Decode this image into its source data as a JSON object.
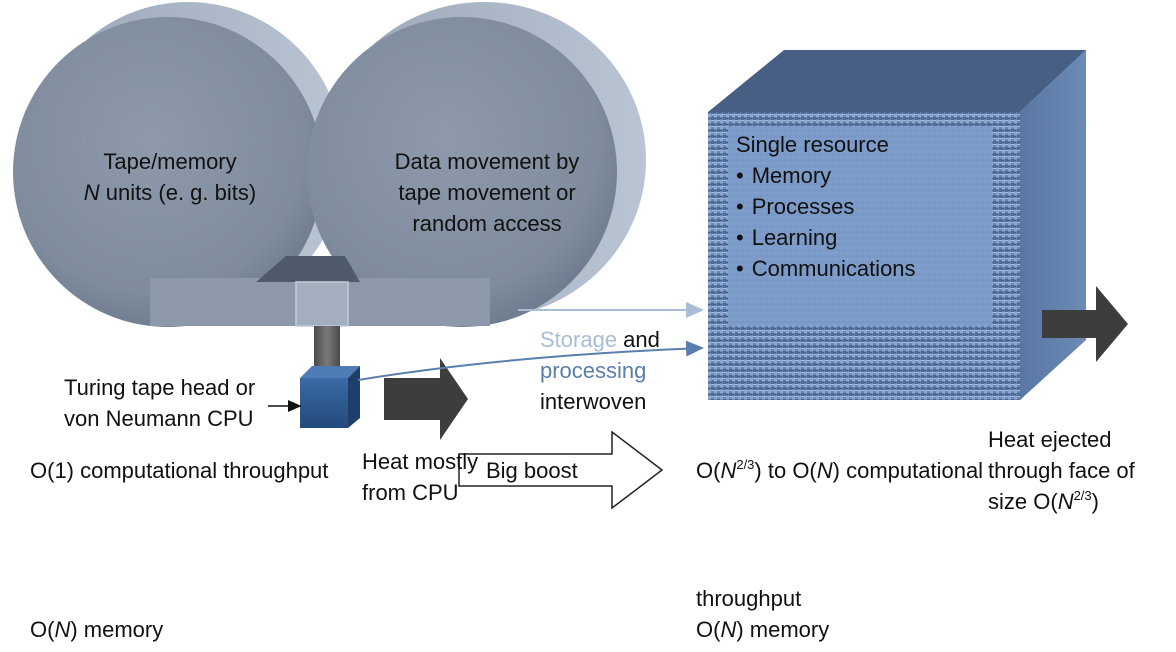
{
  "tape": {
    "left_reel": {
      "line1": "Tape/memory",
      "line2_var": "N",
      "line2_rest": " units (e. g. bits)"
    },
    "right_reel": [
      "Data movement by",
      "tape movement or",
      "random access"
    ]
  },
  "cpu_label": [
    "Turing tape head or",
    "von Neumann CPU"
  ],
  "heat_cpu": [
    "Heat mostly",
    "from CPU"
  ],
  "interwoven": {
    "storage": "Storage",
    "and": " and",
    "processing": "processing",
    "interwoven": "interwoven"
  },
  "cube": {
    "title": "Single resource",
    "items": [
      "Memory",
      "Processes",
      "Learning",
      "Communications"
    ]
  },
  "heat_cube": {
    "line1": "Heat ejected",
    "line2": "through face of",
    "size_prefix": "size O(",
    "var": "N",
    "exp": "2/3",
    "size_suffix": ")"
  },
  "left_summary": {
    "throughput": "O(1) computational throughput",
    "memory_prefix": "O(",
    "memory_var": "N",
    "memory_suffix": ") memory"
  },
  "boost": "Big boost",
  "right_summary": {
    "p1": "O(",
    "v1": "N",
    "e1": "2/3",
    "p2": ") to O(",
    "v2": "N",
    "p3": ") computational",
    "line2": "throughput",
    "memory_prefix": "O(",
    "memory_var": "N",
    "memory_suffix": ") memory"
  },
  "colors": {
    "reel": "#8795a7",
    "cube_front": "#6f89b4",
    "cube_panel": "#7e9cc9",
    "arrow_dark": "#3d3d3d",
    "cpu_block": "#2e5a94",
    "storage_text": "#a9bdd6",
    "processing_text": "#5a7fae"
  }
}
